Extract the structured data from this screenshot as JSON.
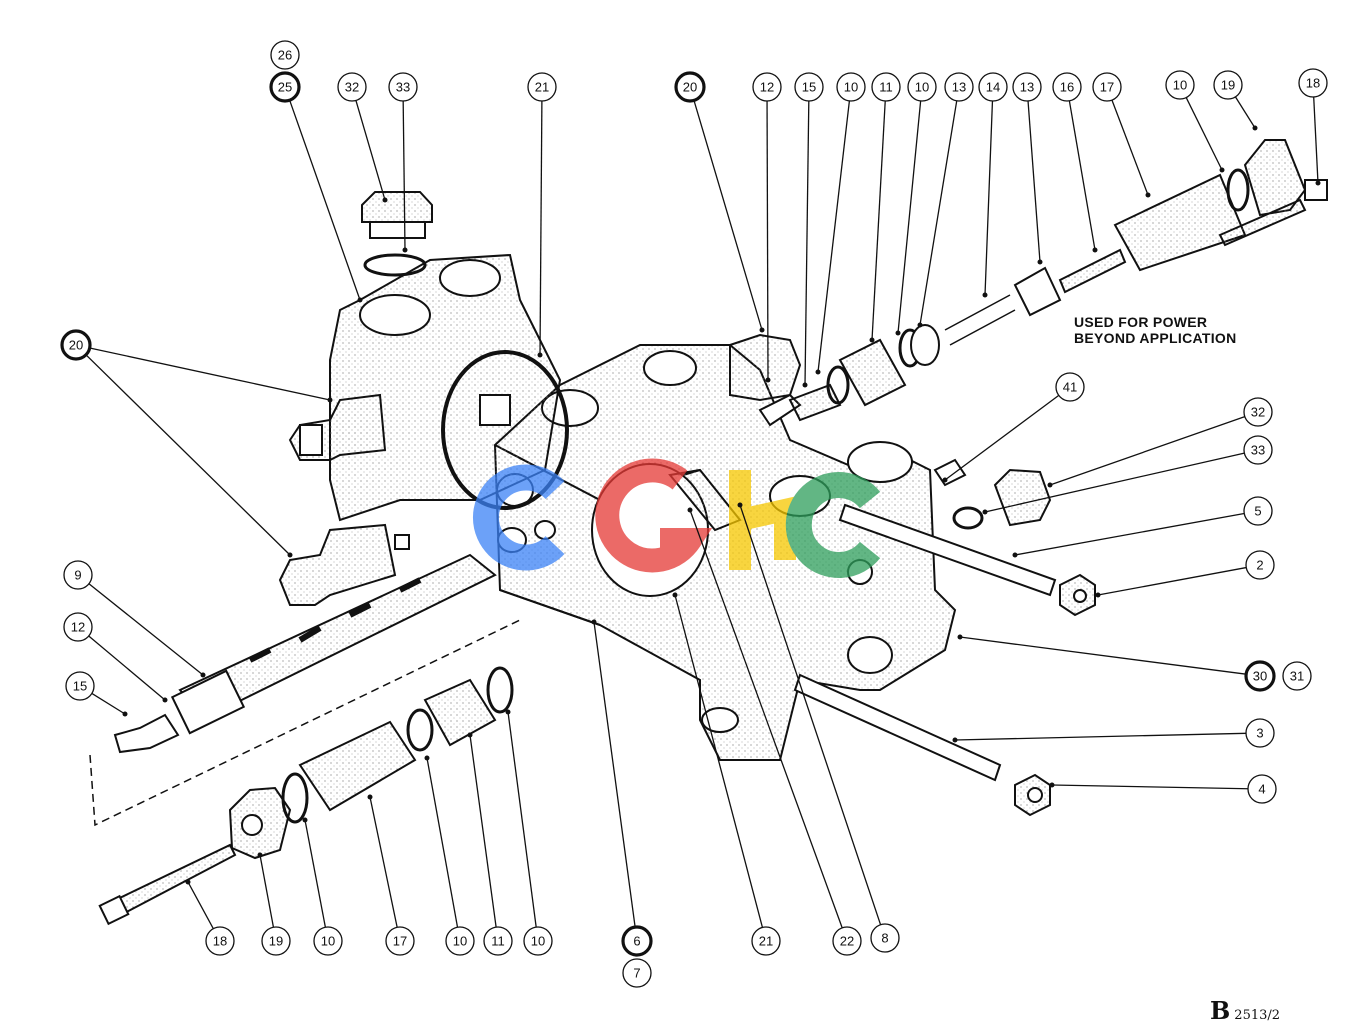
{
  "note_text": {
    "line1": "USED FOR POWER",
    "line2": "BEYOND APPLICATION"
  },
  "drawing_ref": {
    "letter": "B",
    "number": "2513/2"
  },
  "watermark_text": "CGHC",
  "colors": {
    "line": "#111111",
    "paper": "#ffffff",
    "wm_blue": "#3b82f6",
    "wm_red": "#e53935",
    "wm_yellow": "#f6c700",
    "wm_green": "#2e9e5b"
  },
  "callouts": [
    {
      "id": "c26",
      "label": "26",
      "bold": false
    },
    {
      "id": "c25",
      "label": "25",
      "bold": true
    },
    {
      "id": "c32a",
      "label": "32",
      "bold": false
    },
    {
      "id": "c33a",
      "label": "33",
      "bold": false
    },
    {
      "id": "c21a",
      "label": "21",
      "bold": false
    },
    {
      "id": "c20a",
      "label": "20",
      "bold": true
    },
    {
      "id": "c12a",
      "label": "12",
      "bold": false
    },
    {
      "id": "c15a",
      "label": "15",
      "bold": false
    },
    {
      "id": "c10a",
      "label": "10",
      "bold": false
    },
    {
      "id": "c11a",
      "label": "11",
      "bold": false
    },
    {
      "id": "c10b",
      "label": "10",
      "bold": false
    },
    {
      "id": "c13a",
      "label": "13",
      "bold": false
    },
    {
      "id": "c14",
      "label": "14",
      "bold": false
    },
    {
      "id": "c13b",
      "label": "13",
      "bold": false
    },
    {
      "id": "c16",
      "label": "16",
      "bold": false
    },
    {
      "id": "c17a",
      "label": "17",
      "bold": false
    },
    {
      "id": "c10c",
      "label": "10",
      "bold": false
    },
    {
      "id": "c19a",
      "label": "19",
      "bold": false
    },
    {
      "id": "c18a",
      "label": "18",
      "bold": false
    },
    {
      "id": "c20b",
      "label": "20",
      "bold": true
    },
    {
      "id": "c41",
      "label": "41",
      "bold": false
    },
    {
      "id": "c32b",
      "label": "32",
      "bold": false
    },
    {
      "id": "c33b",
      "label": "33",
      "bold": false
    },
    {
      "id": "c5",
      "label": "5",
      "bold": false
    },
    {
      "id": "c2",
      "label": "2",
      "bold": false
    },
    {
      "id": "c30",
      "label": "30",
      "bold": true
    },
    {
      "id": "c31",
      "label": "31",
      "bold": false
    },
    {
      "id": "c3",
      "label": "3",
      "bold": false
    },
    {
      "id": "c4",
      "label": "4",
      "bold": false
    },
    {
      "id": "c9",
      "label": "9",
      "bold": false
    },
    {
      "id": "c12b",
      "label": "12",
      "bold": false
    },
    {
      "id": "c15b",
      "label": "15",
      "bold": false
    },
    {
      "id": "c18b",
      "label": "18",
      "bold": false
    },
    {
      "id": "c19b",
      "label": "19",
      "bold": false
    },
    {
      "id": "c10d",
      "label": "10",
      "bold": false
    },
    {
      "id": "c17b",
      "label": "17",
      "bold": false
    },
    {
      "id": "c10e",
      "label": "10",
      "bold": false
    },
    {
      "id": "c11b",
      "label": "11",
      "bold": false
    },
    {
      "id": "c10f",
      "label": "10",
      "bold": false
    },
    {
      "id": "c6",
      "label": "6",
      "bold": true
    },
    {
      "id": "c7",
      "label": "7",
      "bold": false
    },
    {
      "id": "c21b",
      "label": "21",
      "bold": false
    },
    {
      "id": "c22",
      "label": "22",
      "bold": false
    },
    {
      "id": "c8",
      "label": "8",
      "bold": false
    }
  ]
}
